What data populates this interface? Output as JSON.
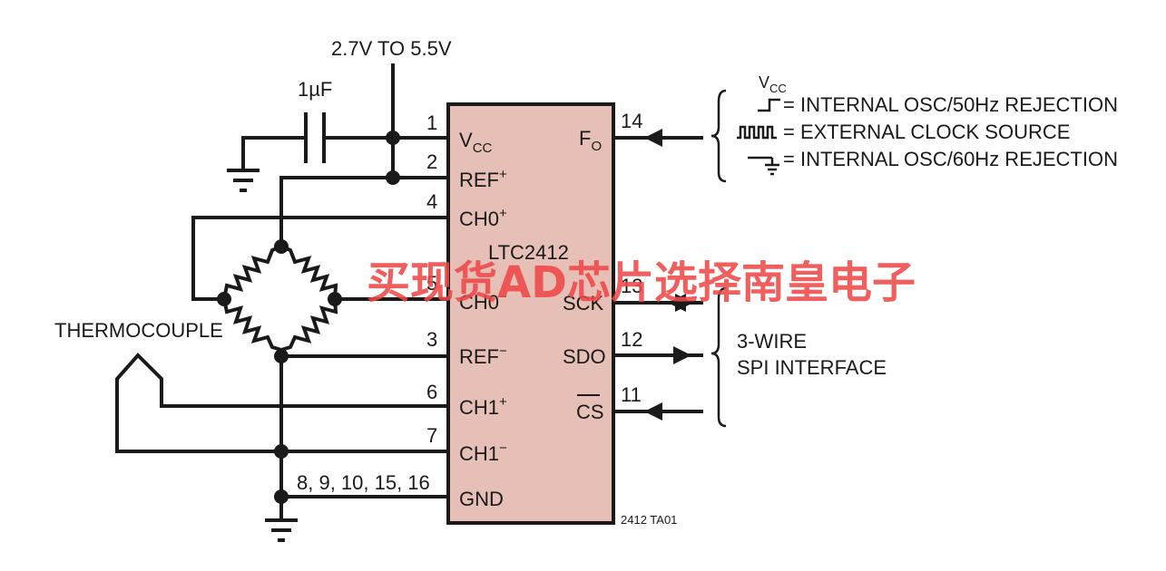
{
  "supply": {
    "voltage": "2.7V TO 5.5V",
    "cap": "1µF"
  },
  "chip": {
    "name": "LTC2412",
    "left_pins": [
      {
        "num": "1",
        "sig": "V",
        "sub": "CC",
        "sup": ""
      },
      {
        "num": "2",
        "sig": "REF",
        "sub": "",
        "sup": "+"
      },
      {
        "num": "4",
        "sig": "CH0",
        "sub": "",
        "sup": "+"
      },
      {
        "num": "5",
        "sig": "CH0",
        "sub": "",
        "sup": "−"
      },
      {
        "num": "3",
        "sig": "REF",
        "sub": "",
        "sup": "−"
      },
      {
        "num": "6",
        "sig": "CH1",
        "sub": "",
        "sup": "+"
      },
      {
        "num": "7",
        "sig": "CH1",
        "sub": "",
        "sup": "−"
      },
      {
        "num": "8, 9, 10, 15, 16",
        "sig": "GND",
        "sub": "",
        "sup": ""
      }
    ],
    "right_pins": [
      {
        "num": "14",
        "sig": "F",
        "sub": "O"
      },
      {
        "num": "13",
        "sig": "SCK",
        "sub": ""
      },
      {
        "num": "12",
        "sig": "SDO",
        "sub": ""
      },
      {
        "num": "11",
        "sig": "CS",
        "sub": ""
      }
    ]
  },
  "fo_options": {
    "vcc_label": "V",
    "vcc_sub": "CC",
    "lines": [
      "= INTERNAL OSC/50Hz REJECTION",
      "= EXTERNAL CLOCK SOURCE",
      "= INTERNAL OSC/60Hz REJECTION"
    ]
  },
  "spi": {
    "line1": "3-WIRE",
    "line2": "SPI INTERFACE"
  },
  "thermocouple": "THERMOCOUPLE",
  "figure_id": "2412 TA01",
  "watermark": "买现货AD芯片选择南皇电子",
  "colors": {
    "chip_fill": "#e6c0b7",
    "line": "#1a1a1a",
    "watermark": "#ee4848"
  }
}
